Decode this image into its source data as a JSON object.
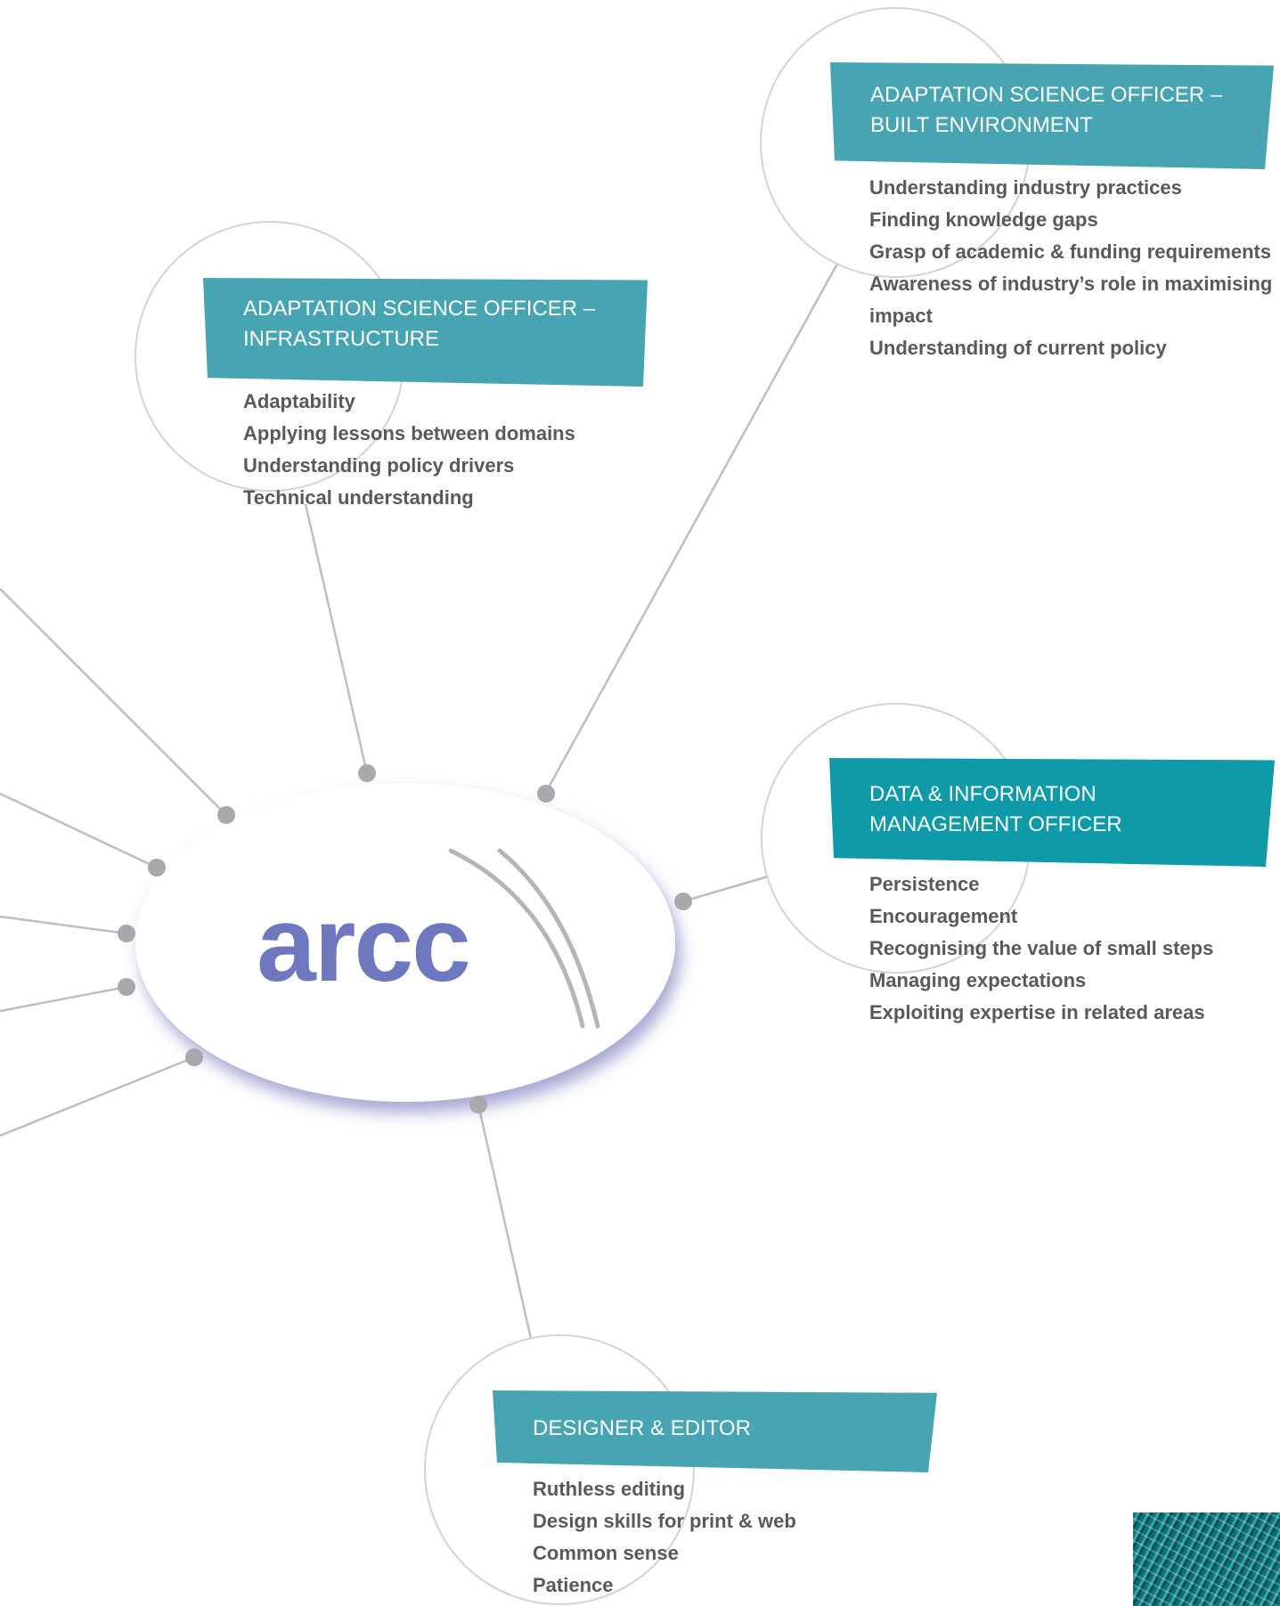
{
  "center_logo": {
    "text": "arcc",
    "color": "#6f77bf"
  },
  "colors": {
    "ribbon": "#47a5b3",
    "ribbon_alt": "#0e9aa8",
    "connector": "#bcbec0",
    "dot": "#a7a9ac",
    "skill_text": "#58595b"
  },
  "roles": [
    {
      "id": "built-environment",
      "title_lines": [
        "ADAPTATION SCIENCE OFFICER –",
        "BUILT ENVIRONMENT"
      ],
      "skills": [
        "Understanding industry practices",
        "Finding knowledge gaps",
        "Grasp of academic & funding requirements",
        "Awareness of industry’s role in maximising impact",
        "Understanding of current policy"
      ]
    },
    {
      "id": "infrastructure",
      "title_lines": [
        "ADAPTATION SCIENCE OFFICER –",
        "INFRASTRUCTURE"
      ],
      "skills": [
        "Adaptability",
        "Applying lessons between domains",
        "Understanding policy drivers",
        "Technical understanding"
      ]
    },
    {
      "id": "data-information",
      "title_lines": [
        "DATA & INFORMATION",
        "MANAGEMENT OFFICER"
      ],
      "skills": [
        "Persistence",
        "Encouragement",
        "Recognising the value of small steps",
        "Managing expectations",
        "Exploiting expertise in related areas"
      ]
    },
    {
      "id": "designer-editor",
      "title_lines": [
        "DESIGNER & EDITOR"
      ],
      "skills": [
        "Ruthless editing",
        "Design skills for print & web",
        "Common sense",
        "Patience"
      ]
    }
  ]
}
